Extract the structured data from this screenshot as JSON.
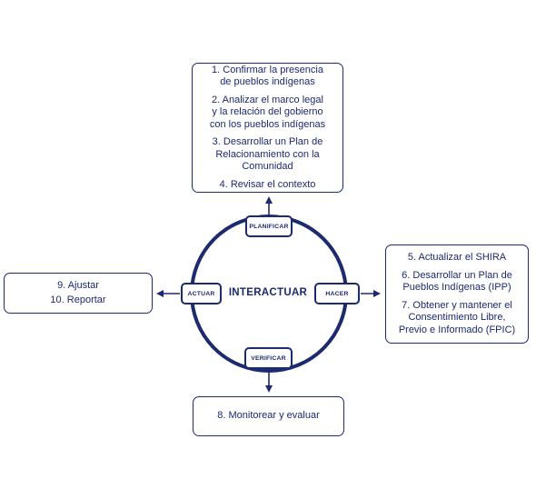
{
  "colors": {
    "primary": "#1c2a6e",
    "background": "#ffffff"
  },
  "center": {
    "label": "INTERACTUAR"
  },
  "cycle": {
    "plan_label": "PLANIFICAR",
    "do_label": "HACER",
    "check_label": "VERIFICAR",
    "act_label": "ACTUAR"
  },
  "plan_box": {
    "steps": [
      "1. Confirmar la presencia\nde pueblos indígenas",
      "2. Analizar el marco legal\ny la relación del gobierno\ncon los pueblos indígenas",
      "3. Desarrollar un Plan de\nRelacionamiento con la\nComunidad",
      "4. Revisar el contexto"
    ]
  },
  "do_box": {
    "steps": [
      "5. Actualizar el SHIRA",
      "6. Desarrollar un Plan de\nPueblos Indígenas (IPP)",
      "7. Obtener y mantener el\nConsentimiento Libre,\nPrevio e Informado (FPIC)"
    ]
  },
  "check_box": {
    "steps": [
      "8. Monitorear y evaluar"
    ]
  },
  "act_box": {
    "steps": [
      "9. Ajustar",
      "10. Reportar"
    ]
  }
}
